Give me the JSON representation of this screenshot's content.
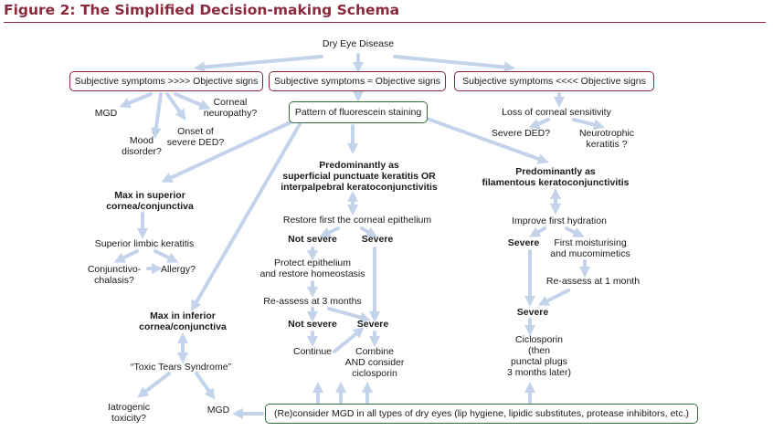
{
  "title": "Figure 2: The Simplified Decision-making Schema",
  "colors": {
    "title": "#8a2a3d",
    "arrow": "#c3d3ea",
    "box_border_red": "#8b2635",
    "box_border_green": "#2e6b3c"
  },
  "nodes": {
    "root": "Dry Eye Disease",
    "subj_gt": "Subjective symptoms >>>> Objective signs",
    "subj_eq": "Subjective symptoms ≈ Objective signs",
    "subj_lt": "Subjective symptoms <<<< Objective signs",
    "mgd_top": "MGD",
    "corneal_neuropathy": [
      "Corneal",
      "neuropathy?"
    ],
    "onset_ded": [
      "Onset of",
      "severe DED?"
    ],
    "mood": [
      "Mood",
      "disorder?"
    ],
    "pattern": "Pattern of fluorescein staining",
    "loss_sensitivity": "Loss of corneal sensitivity",
    "severe_ded": "Severe DED?",
    "neurotrophic": [
      "Neurotrophic",
      "keratitis ?"
    ],
    "superficial": [
      "Predominantly as",
      "superficial punctuate keratitis OR",
      "interpalpebral keratoconjunctivitis"
    ],
    "filamentous": [
      "Predominantly as",
      "filamentous keratoconjunctivitis"
    ],
    "max_superior": [
      "Max in superior",
      "cornea/conjunctiva"
    ],
    "restore_epithelium": "Restore first the corneal epithelium",
    "improve_hydration": "Improve first hydration",
    "superior_limbic": "Superior limbic keratitis",
    "not_severe_1": "Not severe",
    "severe_1": "Severe",
    "severe_right_1": "Severe",
    "first_moisturising": [
      "First moisturising",
      "and mucomimetics"
    ],
    "conjunctivochalasis": [
      "Conjunctivo-",
      "chalasis?"
    ],
    "allergy": "Allergy?",
    "protect": [
      "Protect epithelium",
      "and restore homeostasis"
    ],
    "reassess_1m": "Re-assess at 1 month",
    "reassess_3m": "Re-assess at 3 months",
    "max_inferior": [
      "Max in inferior",
      "cornea/conjunctiva"
    ],
    "not_severe_2": "Not severe",
    "severe_2": "Severe",
    "severe_right_2": "Severe",
    "continue": "Continue",
    "combine": [
      "Combine",
      "AND consider",
      "ciclosporin"
    ],
    "ciclosporin": [
      "Ciclosporin",
      "(then",
      "punctal plugs",
      "3 months later)"
    ],
    "toxic": "“Toxic Tears Syndrome”",
    "iatrogenic": [
      "Iatrogenic",
      "toxicity?"
    ],
    "mgd_bottom": "MGD",
    "reconsider": "(Re)consider MGD in all types of dry eyes (lip hygiene, lipidic substitutes, protease inhibitors, etc.)"
  }
}
